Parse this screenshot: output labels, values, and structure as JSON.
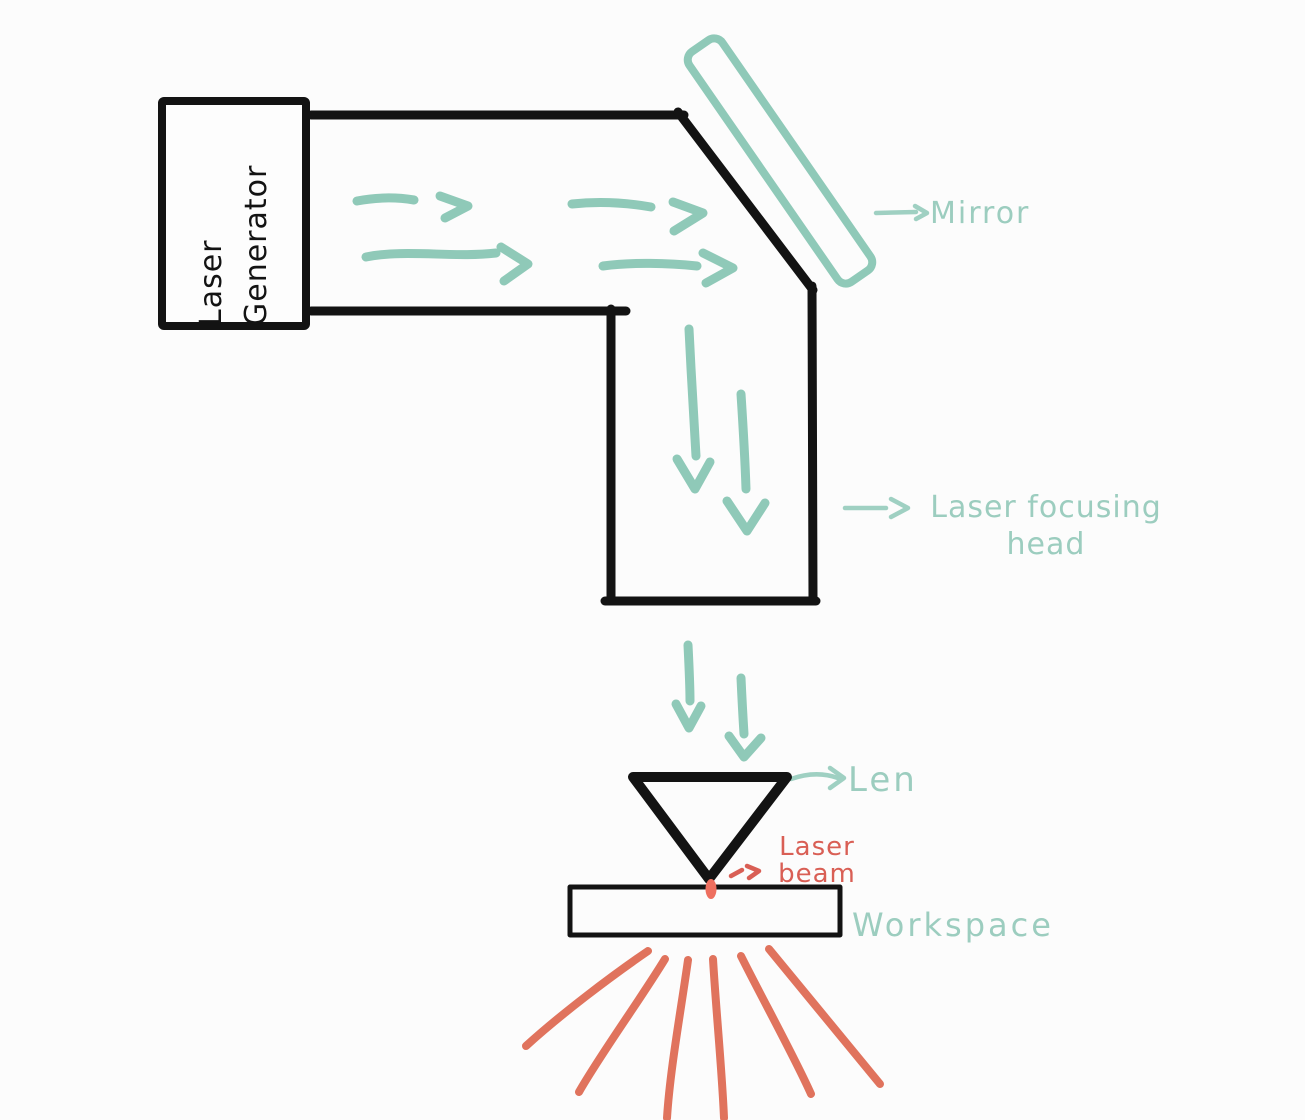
{
  "diagram": {
    "subject": "laser-cutting-system-sketch",
    "labels": {
      "generator": "Laser\nGenerator",
      "mirror": "Mirror",
      "focusing_head": "Laser focusing\nhead",
      "lens": "Len",
      "laser_beam": "Laser\nbeam",
      "workspace": "Workspace"
    }
  },
  "colors": {
    "bg": "#fcfcfc",
    "ink": "#131313",
    "teal": "#8fc9b8",
    "teal_light": "#9fd0c2",
    "teal_label": "#9ccdbf",
    "red": "#e0735d",
    "red_text": "#d95f55",
    "red_dot": "#ee6f5f"
  }
}
